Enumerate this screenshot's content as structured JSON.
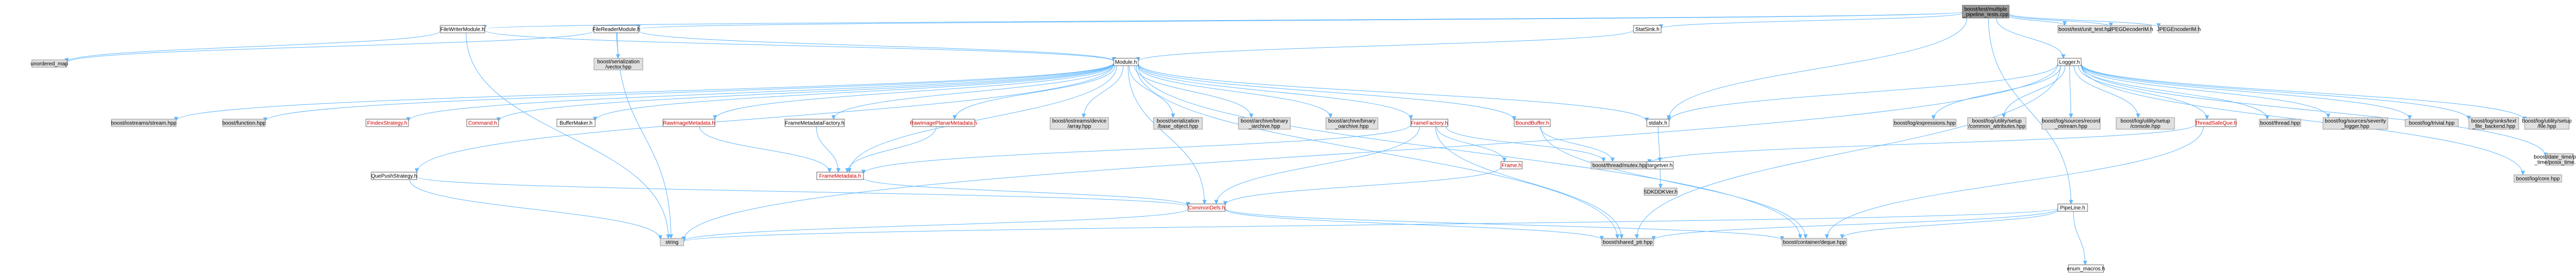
{
  "colors": {
    "root_fill": "#999999",
    "local_fill": "#ffffff",
    "local_border": "#666666",
    "external_fill": "#e0e0e0",
    "external_border": "#999999",
    "edge": "#63b8ff",
    "broken_link_text": "#cc0000"
  },
  "nodes": [
    {
      "id": "root",
      "label": [
        "boost/test/multiple",
        "_pipeline_tests.cpp"
      ],
      "kind": "root"
    },
    {
      "id": "filewriter",
      "label": [
        "FileWriterModule.h"
      ],
      "kind": "local"
    },
    {
      "id": "filereader",
      "label": [
        "FileReaderModule.h"
      ],
      "kind": "local"
    },
    {
      "id": "statsink",
      "label": [
        "StatSink.h"
      ],
      "kind": "local"
    },
    {
      "id": "stdafx",
      "label": [
        "stdafx.h"
      ],
      "kind": "local"
    },
    {
      "id": "logger",
      "label": [
        "Logger.h"
      ],
      "kind": "local"
    },
    {
      "id": "unittest",
      "label": [
        "boost/test/unit_test.hpp"
      ],
      "kind": "external"
    },
    {
      "id": "jpegdec",
      "label": [
        "JPEGDecoderIM.h"
      ],
      "kind": "external"
    },
    {
      "id": "jpegenc",
      "label": [
        "JPEGEncoderIM.h"
      ],
      "kind": "external"
    },
    {
      "id": "unordered_map",
      "label": [
        "unordered_map"
      ],
      "kind": "external"
    },
    {
      "id": "serialvector",
      "label": [
        "boost/serialization",
        "/vector.hpp"
      ],
      "kind": "external"
    },
    {
      "id": "module",
      "label": [
        "Module.h"
      ],
      "kind": "local"
    },
    {
      "id": "iostreams_stream",
      "label": [
        "boost/iostreams/stream.hpp"
      ],
      "kind": "external"
    },
    {
      "id": "function",
      "label": [
        "boost/function.hpp"
      ],
      "kind": "external"
    },
    {
      "id": "findex",
      "label": [
        "FIndexStrategy.h"
      ],
      "kind": "local",
      "red": true
    },
    {
      "id": "command",
      "label": [
        "Command.h"
      ],
      "kind": "local",
      "red": true
    },
    {
      "id": "buffermaker",
      "label": [
        "BufferMaker.h"
      ],
      "kind": "local"
    },
    {
      "id": "rawimagemeta",
      "label": [
        "RawImageMetadata.h"
      ],
      "kind": "local",
      "red": true
    },
    {
      "id": "framemetafactory",
      "label": [
        "FrameMetadataFactory.h"
      ],
      "kind": "local"
    },
    {
      "id": "rawplanarmeta",
      "label": [
        "RawImagePlanarMetadata.h"
      ],
      "kind": "local",
      "red": true
    },
    {
      "id": "iostreams_device",
      "label": [
        "boost/iostreams/device",
        "/array.hpp"
      ],
      "kind": "external"
    },
    {
      "id": "serialbase",
      "label": [
        "boost/serialization",
        "/base_object.hpp"
      ],
      "kind": "external"
    },
    {
      "id": "archive_bin",
      "label": [
        "boost/archive/binary",
        "_iarchive.hpp"
      ],
      "kind": "external"
    },
    {
      "id": "archive_bout",
      "label": [
        "boost/archive/binary",
        "_oarchive.hpp"
      ],
      "kind": "external"
    },
    {
      "id": "framefactory",
      "label": [
        "FrameFactory.h"
      ],
      "kind": "local",
      "red": true
    },
    {
      "id": "boundbuffer",
      "label": [
        "BoundBuffer.h"
      ],
      "kind": "local",
      "red": true
    },
    {
      "id": "quepush",
      "label": [
        "QuePushStrategy.h"
      ],
      "kind": "local"
    },
    {
      "id": "framemeta",
      "label": [
        "FrameMetadata.h"
      ],
      "kind": "local",
      "red": true
    },
    {
      "id": "frame",
      "label": [
        "Frame.h"
      ],
      "kind": "local",
      "red": true
    },
    {
      "id": "threadmutex",
      "label": [
        "boost/thread/mutex.hpp"
      ],
      "kind": "external"
    },
    {
      "id": "targetver",
      "label": [
        "targetver.h"
      ],
      "kind": "local"
    },
    {
      "id": "sdkddkver",
      "label": [
        "SDKDDKVer.h"
      ],
      "kind": "external"
    },
    {
      "id": "commondefs",
      "label": [
        "CommonDefs.h"
      ],
      "kind": "local",
      "red": true
    },
    {
      "id": "string",
      "label": [
        "string"
      ],
      "kind": "external"
    },
    {
      "id": "sharedptr",
      "label": [
        "boost/shared_ptr.hpp"
      ],
      "kind": "external"
    },
    {
      "id": "deque",
      "label": [
        "boost/container/deque.hpp"
      ],
      "kind": "external"
    },
    {
      "id": "pipeline",
      "label": [
        "PipeLine.h"
      ],
      "kind": "local"
    },
    {
      "id": "enum_macros",
      "label": [
        "enum_macros.h"
      ],
      "kind": "local"
    },
    {
      "id": "logexpr",
      "label": [
        "boost/log/expressions.hpp"
      ],
      "kind": "external"
    },
    {
      "id": "logattr",
      "label": [
        "boost/log/utility/setup",
        "/common_attributes.hpp"
      ],
      "kind": "external"
    },
    {
      "id": "logrecord",
      "label": [
        "boost/log/sources/record",
        "_ostream.hpp"
      ],
      "kind": "external"
    },
    {
      "id": "logconsole",
      "label": [
        "boost/log/utility/setup",
        "/console.hpp"
      ],
      "kind": "external"
    },
    {
      "id": "threadsafeque",
      "label": [
        "ThreadSafeQue.h"
      ],
      "kind": "local",
      "red": true
    },
    {
      "id": "boostthread",
      "label": [
        "boost/thread.hpp"
      ],
      "kind": "external"
    },
    {
      "id": "logseverity",
      "label": [
        "boost/log/sources/severity",
        "_logger.hpp"
      ],
      "kind": "external"
    },
    {
      "id": "logtrivial",
      "label": [
        "boost/log/trivial.hpp"
      ],
      "kind": "external"
    },
    {
      "id": "logsinks",
      "label": [
        "boost/log/sinks/text",
        "_file_backend.hpp"
      ],
      "kind": "external"
    },
    {
      "id": "logfile",
      "label": [
        "boost/log/utility/setup",
        "/file.hpp"
      ],
      "kind": "external"
    },
    {
      "id": "posixtime",
      "label": [
        "boost/date_time/posix",
        "_time/posix_time.hpp"
      ],
      "kind": "external"
    },
    {
      "id": "logcore",
      "label": [
        "boost/log/core.hpp"
      ],
      "kind": "external"
    }
  ],
  "edges": [
    [
      "root",
      "filewriter"
    ],
    [
      "root",
      "filereader"
    ],
    [
      "root",
      "statsink"
    ],
    [
      "root",
      "stdafx"
    ],
    [
      "root",
      "logger"
    ],
    [
      "root",
      "unittest"
    ],
    [
      "root",
      "jpegdec"
    ],
    [
      "root",
      "jpegenc"
    ],
    [
      "root",
      "pipeline"
    ],
    [
      "filewriter",
      "unordered_map"
    ],
    [
      "filewriter",
      "module"
    ],
    [
      "filewriter",
      "string"
    ],
    [
      "filereader",
      "unordered_map"
    ],
    [
      "filereader",
      "serialvector"
    ],
    [
      "filereader",
      "module"
    ],
    [
      "filereader",
      "string"
    ],
    [
      "statsink",
      "module"
    ],
    [
      "module",
      "iostreams_stream"
    ],
    [
      "module",
      "function"
    ],
    [
      "module",
      "findex"
    ],
    [
      "module",
      "command"
    ],
    [
      "module",
      "buffermaker"
    ],
    [
      "module",
      "rawimagemeta"
    ],
    [
      "module",
      "framemetafactory"
    ],
    [
      "module",
      "rawplanarmeta"
    ],
    [
      "module",
      "iostreams_device"
    ],
    [
      "module",
      "serialbase"
    ],
    [
      "module",
      "archive_bin"
    ],
    [
      "module",
      "archive_bout"
    ],
    [
      "module",
      "framefactory"
    ],
    [
      "module",
      "boundbuffer"
    ],
    [
      "module",
      "quepush"
    ],
    [
      "module",
      "framemeta"
    ],
    [
      "module",
      "commondefs"
    ],
    [
      "module",
      "stdafx"
    ],
    [
      "module",
      "deque"
    ],
    [
      "module",
      "sharedptr"
    ],
    [
      "rawimagemeta",
      "framemeta"
    ],
    [
      "framemetafactory",
      "framemeta"
    ],
    [
      "rawplanarmeta",
      "framemeta"
    ],
    [
      "framemeta",
      "commondefs"
    ],
    [
      "framefactory",
      "frame"
    ],
    [
      "framefactory",
      "commondefs"
    ],
    [
      "framefactory",
      "sharedptr"
    ],
    [
      "framefactory",
      "threadmutex"
    ],
    [
      "framefactory",
      "framemeta"
    ],
    [
      "frame",
      "commondefs"
    ],
    [
      "boundbuffer",
      "threadmutex"
    ],
    [
      "boundbuffer",
      "deque"
    ],
    [
      "quepush",
      "commondefs"
    ],
    [
      "quepush",
      "string"
    ],
    [
      "stdafx",
      "targetver"
    ],
    [
      "targetver",
      "sdkddkver"
    ],
    [
      "commondefs",
      "string"
    ],
    [
      "commondefs",
      "sharedptr"
    ],
    [
      "commondefs",
      "deque"
    ],
    [
      "logger",
      "logexpr"
    ],
    [
      "logger",
      "logattr"
    ],
    [
      "logger",
      "logrecord"
    ],
    [
      "logger",
      "logconsole"
    ],
    [
      "logger",
      "threadsafeque"
    ],
    [
      "logger",
      "boostthread"
    ],
    [
      "logger",
      "logseverity"
    ],
    [
      "logger",
      "logtrivial"
    ],
    [
      "logger",
      "logsinks"
    ],
    [
      "logger",
      "logfile"
    ],
    [
      "logger",
      "posixtime"
    ],
    [
      "logger",
      "logcore"
    ],
    [
      "logger",
      "string"
    ],
    [
      "logger",
      "sharedptr"
    ],
    [
      "logger",
      "stdafx"
    ],
    [
      "threadsafeque",
      "threadmutex"
    ],
    [
      "threadsafeque",
      "deque"
    ],
    [
      "pipeline",
      "string"
    ],
    [
      "pipeline",
      "sharedptr"
    ],
    [
      "pipeline",
      "deque"
    ],
    [
      "pipeline",
      "enum_macros"
    ]
  ]
}
